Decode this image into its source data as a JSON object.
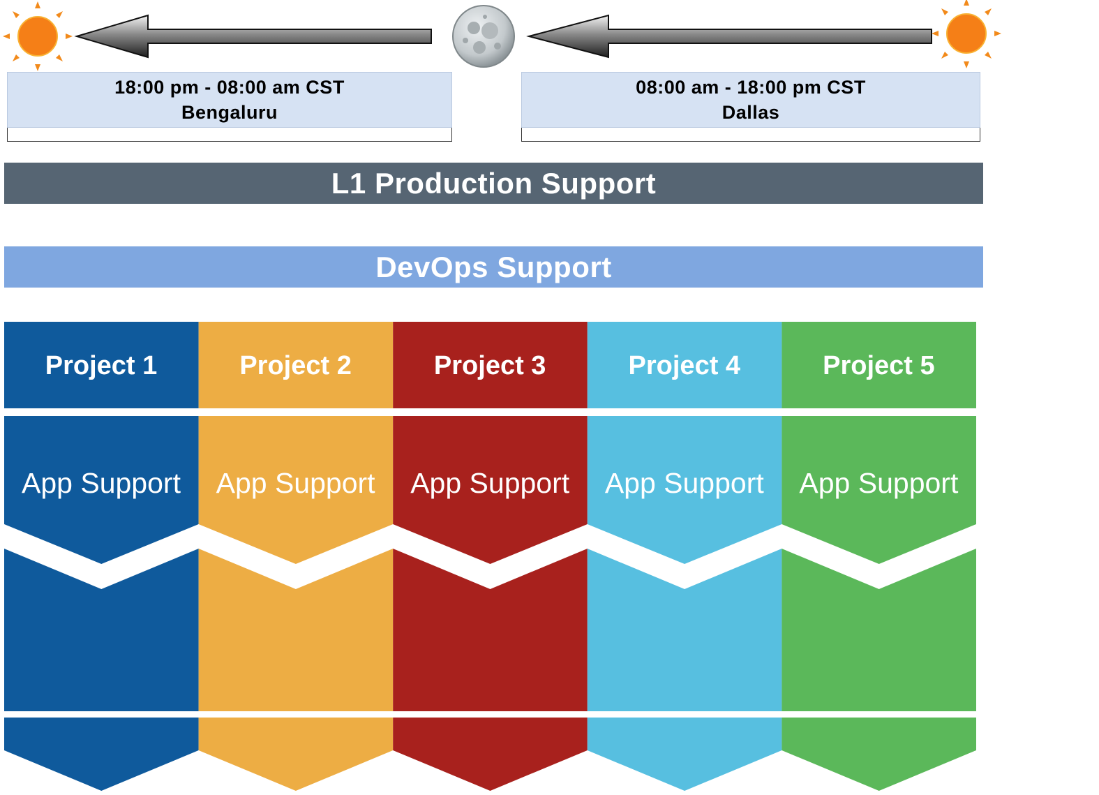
{
  "shifts": [
    {
      "time": "18:00 pm - 08:00 am CST",
      "location": "Bengaluru"
    },
    {
      "time": "08:00 am - 18:00 pm CST",
      "location": "Dallas"
    }
  ],
  "icons": {
    "left": "sun-icon",
    "middle": "moon-icon",
    "right": "sun-icon",
    "arrows": "left-arrow-icon"
  },
  "banners": {
    "l1": {
      "label": "L1 Production Support",
      "color": "#566573"
    },
    "devops": {
      "label": "DevOps Support",
      "color": "#7fa7e0"
    }
  },
  "projects": [
    {
      "title": "Project 1",
      "subtitle": "App Support",
      "color": "#0f5a9c"
    },
    {
      "title": "Project 2",
      "subtitle": "App Support",
      "color": "#edad44"
    },
    {
      "title": "Project 3",
      "subtitle": "App Support",
      "color": "#a8211d"
    },
    {
      "title": "Project 4",
      "subtitle": "App Support",
      "color": "#57bfe0"
    },
    {
      "title": "Project 5",
      "subtitle": "App Support",
      "color": "#5bb85a"
    }
  ]
}
